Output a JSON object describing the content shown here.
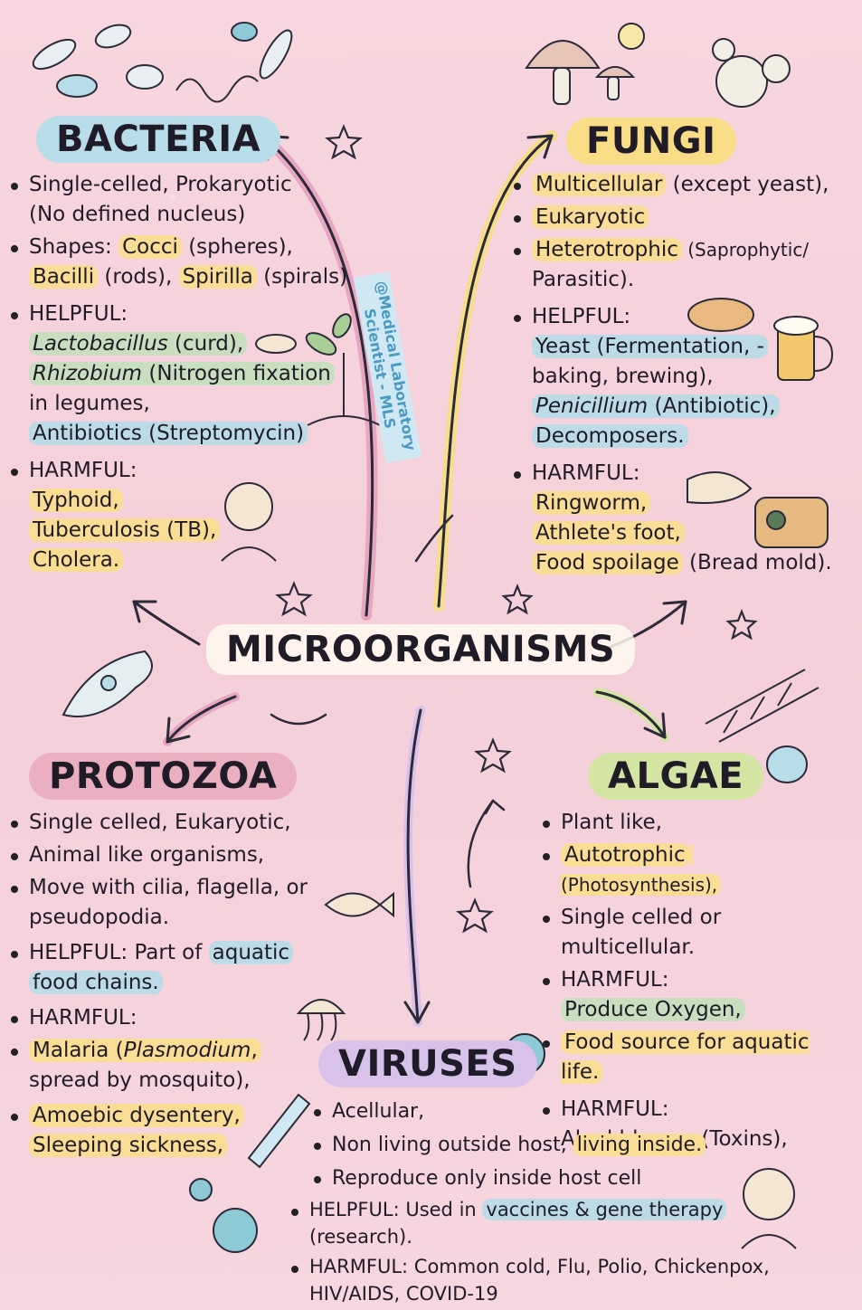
{
  "center": "MICROORGANISMS",
  "watermark": "@Medical Laboratory Scientist - MLS",
  "bacteria": {
    "title": "BACTERIA",
    "l1a": "Single-celled, Prokaryotic",
    "l1b": "(No defined nucleus)",
    "l2a": "Shapes: ",
    "l2b": "Cocci",
    "l2c": " (spheres),",
    "l2d": "Bacilli",
    "l2e": " (rods), ",
    "l2f": "Spirilla",
    "l2g": " (spirals)",
    "helpful": "HELPFUL:",
    "h1a": "Lactobacillus",
    "h1b": " (curd),",
    "h2a": "Rhizobium",
    "h2b": " (Nitrogen fixation",
    "h3": "in legumes,",
    "h4": "Antibiotics (Streptomycin)",
    "harmful": "HARMFUL:",
    "x1": "Typhoid,",
    "x2": "Tuberculosis (TB),",
    "x3": "Cholera."
  },
  "fungi": {
    "title": "FUNGI",
    "l1a": "Multicellular",
    "l1b": " (except yeast),",
    "l2": "Eukaryotic",
    "l3a": "Heterotrophic",
    "l3b": " (Saprophytic/",
    "l3c": "Parasitic).",
    "helpful": "HELPFUL:",
    "h1": "Yeast (Fermentation, -",
    "h2": "baking, brewing),",
    "h3a": "Penicillium",
    "h3b": " (Antibiotic),",
    "h4": "Decomposers.",
    "harmful": "HARMFUL:",
    "x1": "Ringworm,",
    "x2": "Athlete's foot,",
    "x3a": "Food spoilage",
    "x3b": " (Bread mold)."
  },
  "protozoa": {
    "title": "PROTOZOA",
    "l1": "Single celled, Eukaryotic,",
    "l2": "Animal like organisms,",
    "l3a": "Move with cilia, flagella, or",
    "l3b": "pseudopodia.",
    "helpfula": "HELPFUL: Part of ",
    "helpfulb": "aquatic",
    "helpfulc": "food chains.",
    "harmful": "HARMFUL:",
    "x1a": "Malaria (",
    "x1b": "Plasmodium",
    "x1c": ",",
    "x1d": "spread by mosquito),",
    "x2a": "Amoebic dysentery,",
    "x2b": "Sleeping sickness,"
  },
  "algae": {
    "title": "ALGAE",
    "l1": "Plant like,",
    "l2a": "Autotrophic",
    "l2b": " (Photosynthesis),",
    "l3": "Single celled or multicellular.",
    "helpful": "HARMFUL:",
    "h1": "Produce Oxygen,",
    "h2": "Food source for aquatic life.",
    "harmful": "HARMFUL:",
    "x1": "Algal blooms (Toxins),"
  },
  "viruses": {
    "title": "VIRUSES",
    "l1": "Acellular,",
    "l2a": "Non living outside host, ",
    "l2b": "living inside.",
    "l3": "Reproduce only inside host cell",
    "h_a": "HELPFUL: ",
    "h_b": "Used in ",
    "h_c": "vaccines & gene therapy",
    "h_d": "(research).",
    "x_a": "HARMFUL: ",
    "x_b": "Common cold, Flu, Polio, Chickenpox,",
    "x_c": "HIV/AIDS, COVID-19"
  },
  "colors": {
    "bacteria": "#b9dde8",
    "fungi": "#f8dc86",
    "protozoa": "#eab0c2",
    "algae": "#d3e4a3",
    "viruses": "#d9c2ea"
  }
}
